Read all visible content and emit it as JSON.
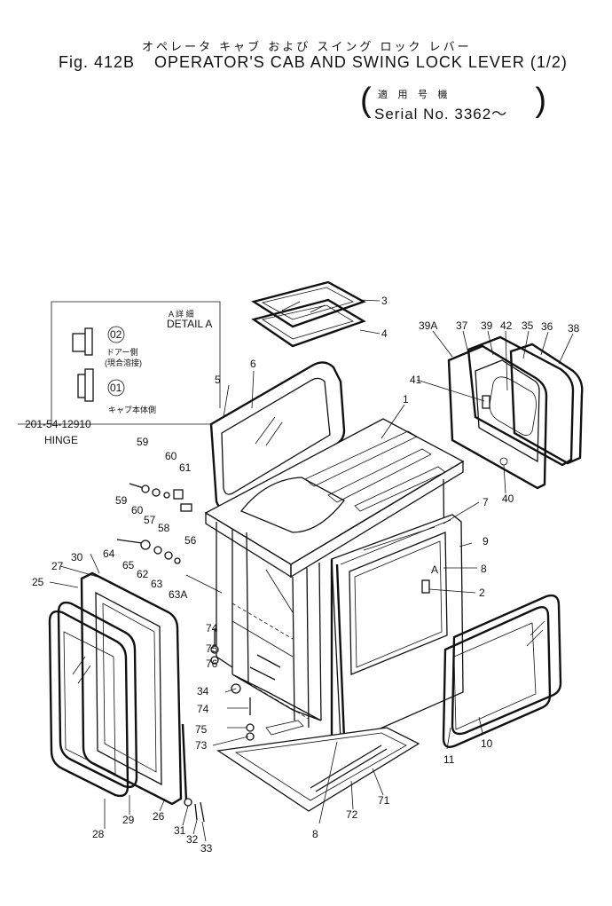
{
  "header": {
    "jp_title": "オペレータ キャブ および スイング ロック レバー",
    "fig_label": "Fig. 412B",
    "en_title": "OPERATOR'S CAB AND SWING LOCK LEVER (1/2)",
    "serial_jp": "適 用 号 機",
    "serial_en": "Serial No. 3362～"
  },
  "detail": {
    "title_jp": "A 詳 細",
    "title_en": "DETAIL A",
    "part_number": "201-54-12910",
    "part_name": "HINGE",
    "note_door_jp": "ドアー側",
    "note_door_sub_jp": "(現合溶接)",
    "note_body_jp": "キャブ本体側",
    "marks": [
      "02",
      "01"
    ]
  },
  "callouts": {
    "c1": "1",
    "c2": "2",
    "c3": "3",
    "c4": "4",
    "c5": "5",
    "c6": "6",
    "c7": "7",
    "c8a": "8",
    "c8b": "8",
    "c9": "9",
    "c10": "10",
    "c11": "11",
    "c25": "25",
    "c26": "26",
    "c27": "27",
    "c28": "28",
    "c29": "29",
    "c30": "30",
    "c31": "31",
    "c32": "32",
    "c33": "33",
    "c34": "34",
    "c35": "35",
    "c36": "36",
    "c37": "37",
    "c38": "38",
    "c39": "39",
    "c39a": "39A",
    "c40": "40",
    "c41": "41",
    "c42": "42",
    "c56": "56",
    "c57": "57",
    "c58": "58",
    "c59a": "59",
    "c59b": "59",
    "c60a": "60",
    "c60b": "60",
    "c61": "61",
    "c62": "62",
    "c63": "63",
    "c63a": "63A",
    "c64": "64",
    "c65": "65",
    "c71": "71",
    "c72": "72",
    "c73": "73",
    "c74a": "74",
    "c74b": "74",
    "c75a": "75",
    "c75b": "75",
    "c76": "76",
    "markA": "A"
  }
}
